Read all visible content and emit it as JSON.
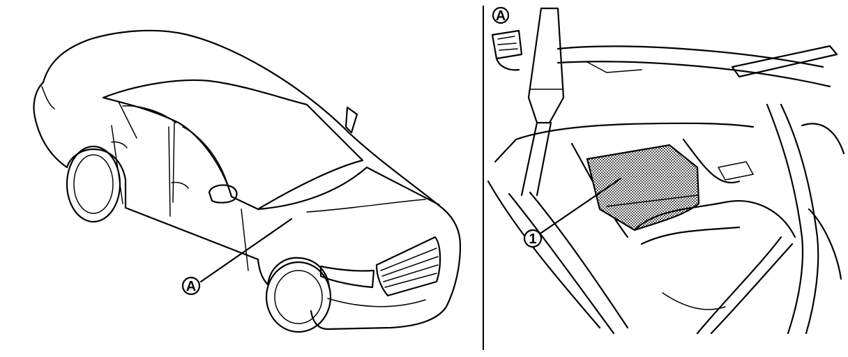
{
  "callouts": {
    "car_location": "A",
    "detail_label": "A",
    "component": "1"
  },
  "colors": {
    "line": "#000000",
    "background": "#ffffff",
    "component_fill": "#b8b8b8"
  }
}
